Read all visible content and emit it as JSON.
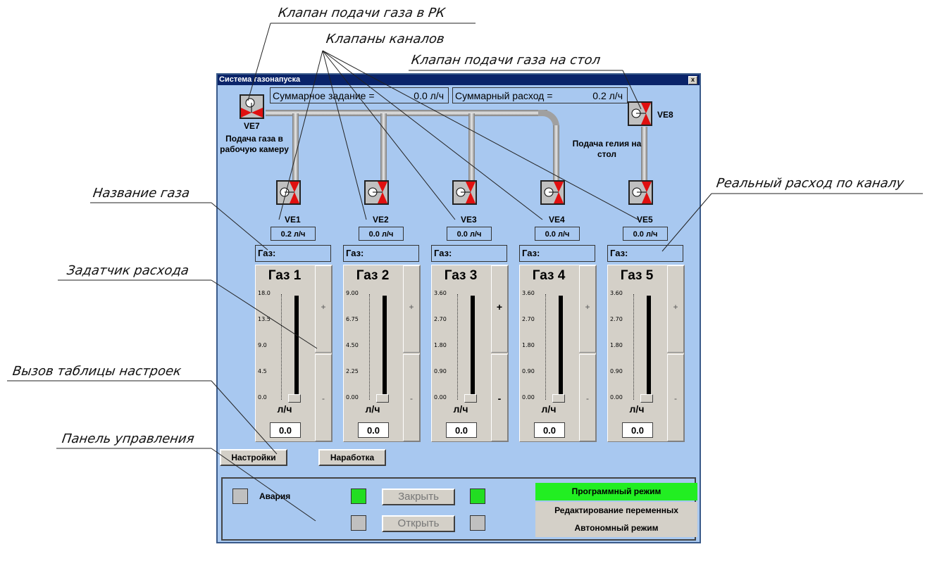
{
  "annotations": {
    "valve_rk": "Клапан подачи газа в РК",
    "channel_valves": "Клапаны каналов",
    "table_valve": "Клапан подачи газа на стол",
    "gas_name": "Название газа",
    "flow_setter": "Задатчик расхода",
    "settings_call": "Вызов таблицы настроек",
    "control_panel": "Панель управления",
    "real_flow": "Реальный расход по каналу"
  },
  "window": {
    "title": "Система газонапуска",
    "close": "x",
    "total_setpoint_label": "Суммарное задание =",
    "total_setpoint_value": "0.0 л/ч",
    "total_flow_label": "Суммарный расход =",
    "total_flow_value": "0.2 л/ч"
  },
  "valves": {
    "ve7": "VE7",
    "ve7_note": "Подача газа в рабочую камеру",
    "ve8": "VE8",
    "ve8_note": "Подача гелия на стол"
  },
  "channels": [
    {
      "valve": "VE1",
      "flow": "0.2 л/ч",
      "gas_label": "Газ:",
      "name": "Газ 1",
      "ticks": [
        "18.0",
        "13.5",
        "9.0",
        "4.5",
        "0.0"
      ],
      "unit": "л/ч",
      "value": "0.0",
      "plus": "+",
      "minus": "-"
    },
    {
      "valve": "VE2",
      "flow": "0.0 л/ч",
      "gas_label": "Газ:",
      "name": "Газ 2",
      "ticks": [
        "9.00",
        "6.75",
        "4.50",
        "2.25",
        "0.00"
      ],
      "unit": "л/ч",
      "value": "0.0",
      "plus": "+",
      "minus": "-"
    },
    {
      "valve": "VE3",
      "flow": "0.0 л/ч",
      "gas_label": "Газ:",
      "name": "Газ 3",
      "ticks": [
        "3.60",
        "2.70",
        "1.80",
        "0.90",
        "0.00"
      ],
      "unit": "л/ч",
      "value": "0.0",
      "plus": "+",
      "minus": "-"
    },
    {
      "valve": "VE4",
      "flow": "0.0 л/ч",
      "gas_label": "Газ:",
      "name": "Газ 4",
      "ticks": [
        "3.60",
        "2.70",
        "1.80",
        "0.90",
        "0.00"
      ],
      "unit": "л/ч",
      "value": "0.0",
      "plus": "+",
      "minus": "-"
    },
    {
      "valve": "VE5",
      "flow": "0.0 л/ч",
      "gas_label": "Газ:",
      "name": "Газ 5",
      "ticks": [
        "3.60",
        "2.70",
        "1.80",
        "0.90",
        "0.00"
      ],
      "unit": "л/ч",
      "value": "0.0",
      "plus": "+",
      "minus": "-"
    }
  ],
  "buttons": {
    "settings": "Настройки",
    "runtime": "Наработка",
    "close": "Закрыть",
    "open": "Открыть"
  },
  "control": {
    "alarm": "Авария",
    "mode_program": "Программный режим",
    "mode_edit": "Редактирование переменных",
    "mode_auto": "Автономный режим"
  },
  "colors": {
    "window_bg": "#a8c8f0",
    "active_green": "#22dd22",
    "panel_gray": "#d4d0c8",
    "valve_red": "#e01010"
  }
}
